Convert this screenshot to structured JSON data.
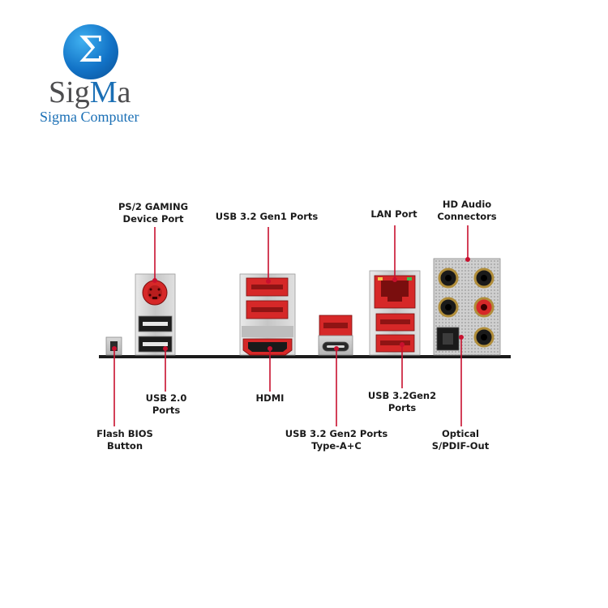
{
  "logo": {
    "symbol": "Σ",
    "word_prefix": "Sig",
    "word_mid": "M",
    "word_suffix": "a",
    "subtitle": "Sigma Computer",
    "colors": {
      "circle": "#1273c7",
      "word": "#4d4d4f",
      "m_accent": "#1a6fb5",
      "subtitle": "#1a6fb5"
    }
  },
  "labels": {
    "ps2": [
      "PS/2 GAMING",
      "Device Port"
    ],
    "usb32gen1": [
      "USB 3.2 Gen1 Ports"
    ],
    "lan": [
      "LAN Port"
    ],
    "hdaudio": [
      "HD Audio",
      "Connectors"
    ],
    "usb20": [
      "USB 2.0",
      "Ports"
    ],
    "hdmi": [
      "HDMI"
    ],
    "usb32gen2": [
      "USB 3.2Gen2",
      "Ports"
    ],
    "flashbios": [
      "Flash BIOS",
      "Button"
    ],
    "usb32gen2ac": [
      "USB 3.2 Gen2 Ports",
      "Type-A+C"
    ],
    "optical": [
      "Optical",
      "S/PDIF-Out"
    ]
  },
  "colors": {
    "leader": "#c8102e",
    "port_red": "#d62828",
    "metal": "#c9c9c9",
    "board": "#1a1a1a"
  }
}
